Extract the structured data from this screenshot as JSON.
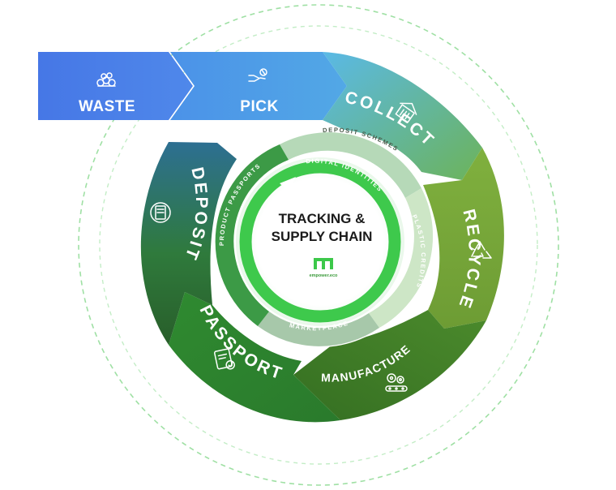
{
  "arrows": {
    "waste": "WASTE",
    "pick": "PICK"
  },
  "stages": {
    "collect": "COLLECT",
    "recycle": "RECYCLE",
    "manufacture": "MANUFACTURE",
    "passport": "PASSPORT",
    "deposit": "DEPOSIT"
  },
  "inner_ring": {
    "deposit_schemes": "DEPOSIT SCHEMES",
    "plastic_credits": "PLASTIC CREDITS",
    "marketplace": "MARKETPLACE",
    "product_passports": "PRODUCT PASSPORTS"
  },
  "digital_identities": "DIGITAL IDENTITIES",
  "center": {
    "line1": "TRACKING &",
    "line2": "SUPPLY CHAIN"
  },
  "brand": "empower.eco",
  "icons": [
    "waste-pile-icon",
    "hand-pick-icon",
    "collection-bin-icon",
    "recycle-icon",
    "conveyor-gears-icon",
    "passport-certificate-icon",
    "deposit-machine-icon",
    "brand-logo-icon"
  ],
  "colors": {
    "waste": "#4a7fe8",
    "pick": "#4a9ee8",
    "collect_start": "#5ab8e4",
    "collect_end": "#62b27a",
    "recycle": "#7aa83c",
    "manufacture": "#3d7a28",
    "passport": "#2f7f2e",
    "deposit_top": "#2e7090",
    "deposit_bottom": "#2f6a30",
    "accent": "#3cc84a"
  }
}
